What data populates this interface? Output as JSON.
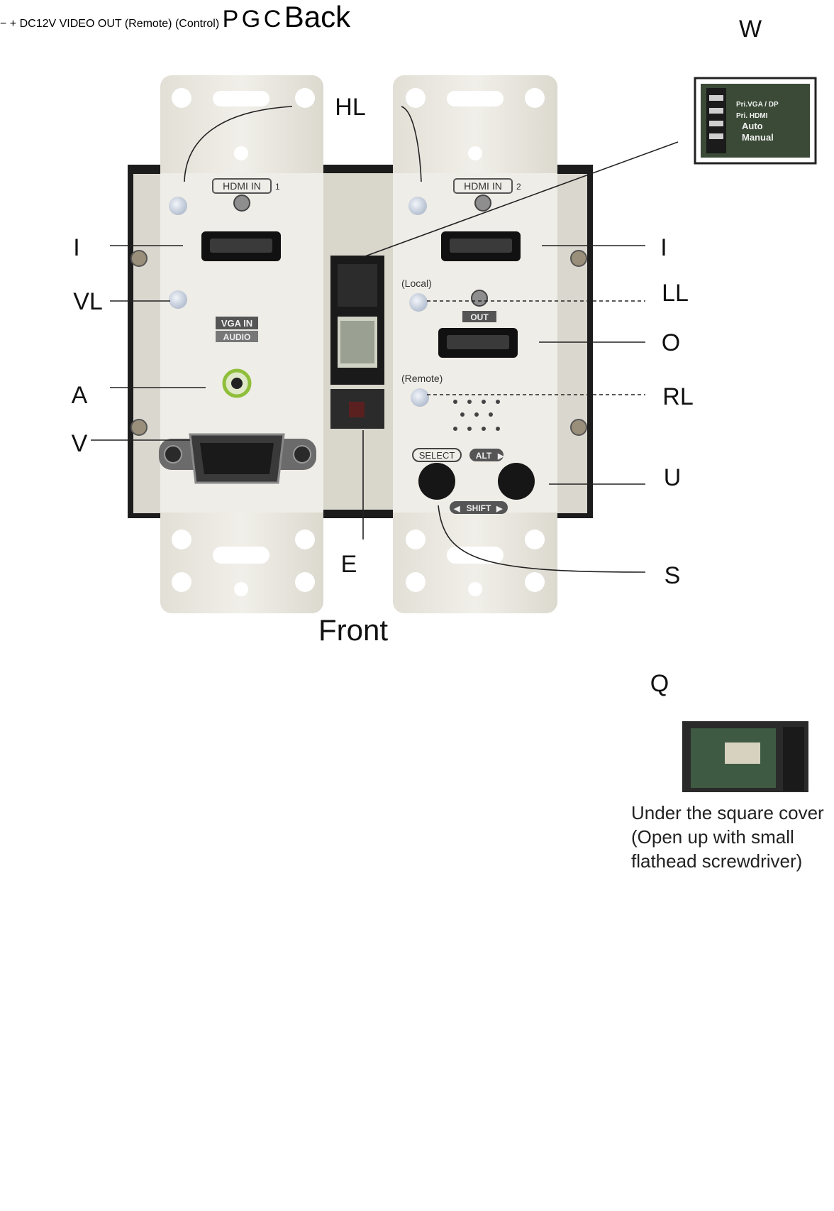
{
  "callouts": {
    "w": "W",
    "hl": "HL",
    "i_left": "I",
    "i_right": "I",
    "vl": "VL",
    "ll": "LL",
    "o": "O",
    "a": "A",
    "rl": "RL",
    "v": "V",
    "u": "U",
    "e": "E",
    "s": "S",
    "q": "Q",
    "p": "P",
    "g": "G",
    "c": "C"
  },
  "sections": {
    "front": "Front",
    "back": "Back"
  },
  "front_panel": {
    "hdmi_in_1": "HDMI IN",
    "hdmi_in_1_num": "1",
    "hdmi_in_2": "HDMI IN",
    "hdmi_in_2_num": "2",
    "vga_in": "VGA IN",
    "audio": "AUDIO",
    "local": "(Local)",
    "out": "OUT",
    "remote": "(Remote)",
    "select": "SELECT",
    "alt": "ALT",
    "shift": "SHIFT"
  },
  "switch_inset": {
    "line1": "Pri.VGA / DP",
    "line2": "Pri. HDMI",
    "line3": "Auto",
    "line4": "Manual"
  },
  "back_panel": {
    "minus": "−",
    "plus": "+",
    "dc12v": "DC12V",
    "video": "VIDEO",
    "out": "OUT",
    "remote": "(Remote)",
    "control": "(Control)"
  },
  "q_note": {
    "line1": "Under the square cover",
    "line2": "(Open up with small",
    "line3": "flathead screwdriver)"
  },
  "colors": {
    "plate": "#eceae3",
    "module_black": "#1e1e1e",
    "led": "#cfd6e2",
    "audio_ring": "#8fbf3a",
    "label_badge": "#555555"
  }
}
